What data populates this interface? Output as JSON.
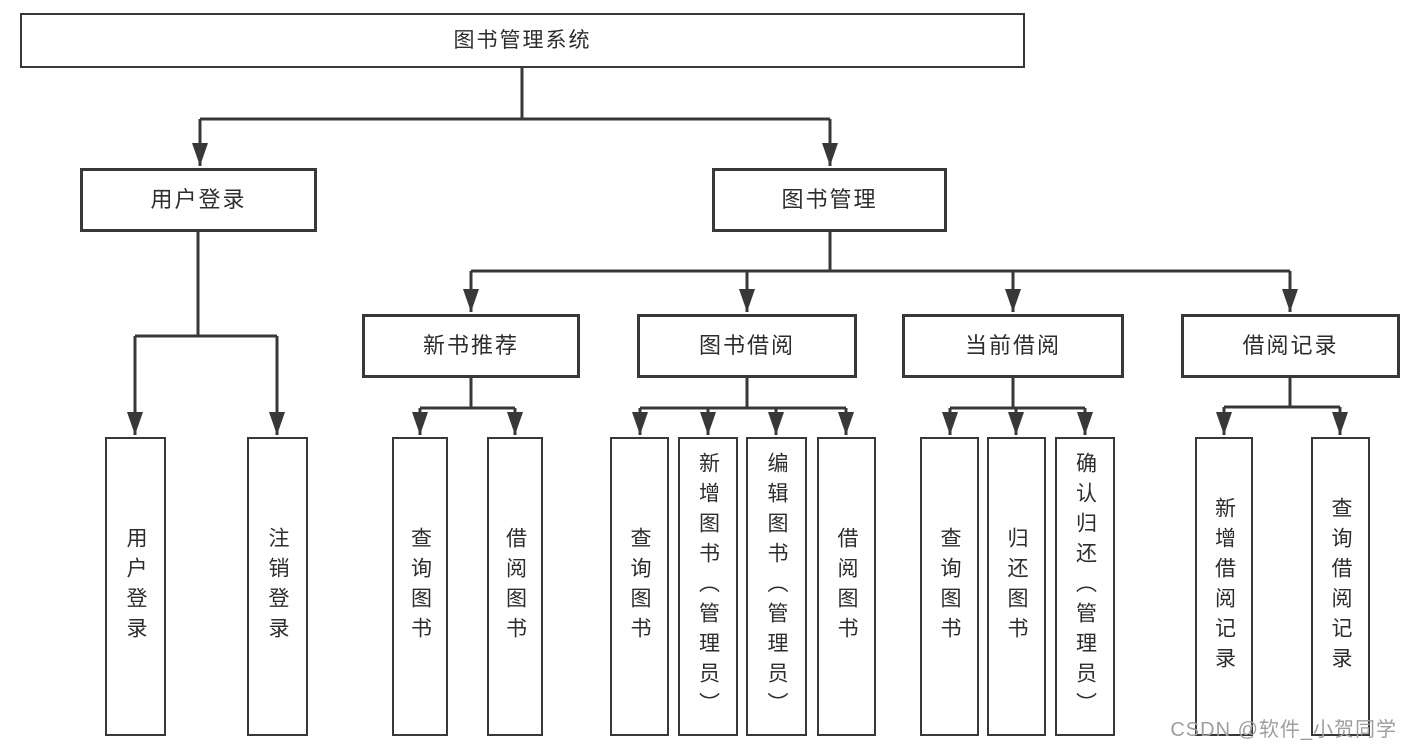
{
  "colors": {
    "line": "#383838",
    "box_border": "#383838",
    "box_background": "#ffffff",
    "text": "#2d2d2d",
    "watermark": "#9e9e9e",
    "background": "#ffffff"
  },
  "tree": {
    "label": "图书管理系统",
    "children": [
      {
        "label": "用户登录",
        "children": [
          {
            "label": "用户登录"
          },
          {
            "label": "注销登录"
          }
        ]
      },
      {
        "label": "图书管理",
        "children": [
          {
            "label": "新书推荐",
            "children": [
              {
                "label": "查询图书"
              },
              {
                "label": "借阅图书"
              }
            ]
          },
          {
            "label": "图书借阅",
            "children": [
              {
                "label": "查询图书"
              },
              {
                "label": "新增图书（管理员）"
              },
              {
                "label": "编辑图书（管理员）"
              },
              {
                "label": "借阅图书"
              }
            ]
          },
          {
            "label": "当前借阅",
            "children": [
              {
                "label": "查询图书"
              },
              {
                "label": "归还图书"
              },
              {
                "label": "确认归还（管理员）"
              }
            ]
          },
          {
            "label": "借阅记录",
            "children": [
              {
                "label": "新增借阅记录"
              },
              {
                "label": "查询借阅记录"
              }
            ]
          }
        ]
      }
    ]
  },
  "watermark": {
    "text": "CSDN @软件_小贺同学"
  }
}
